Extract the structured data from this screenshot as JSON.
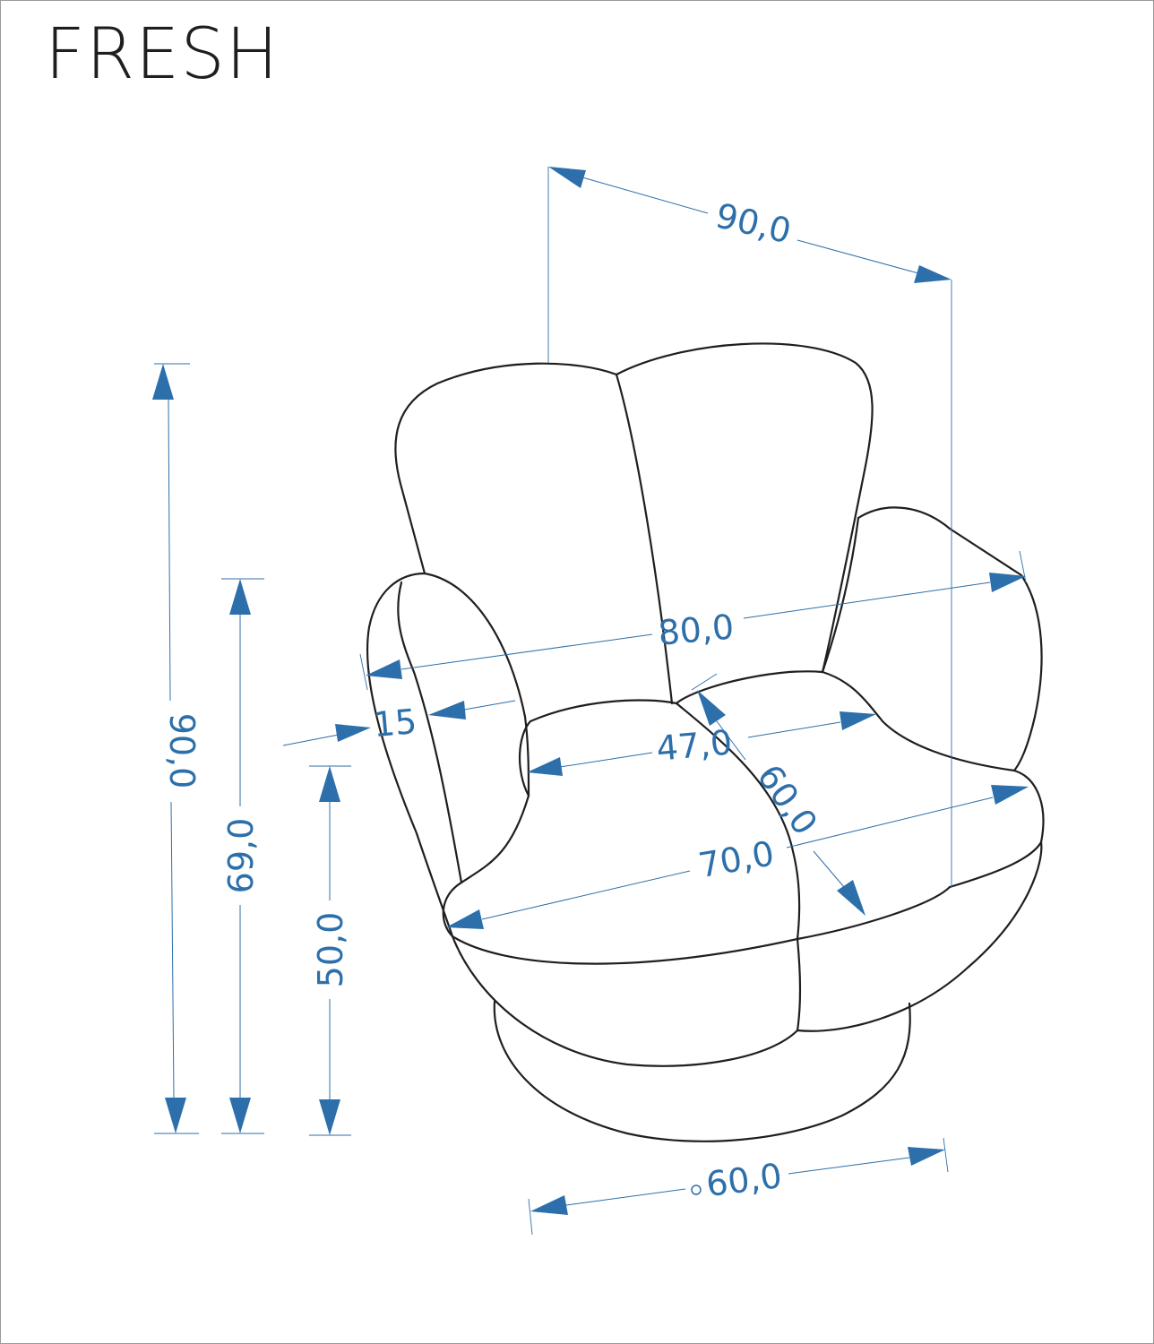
{
  "title": "FRESH",
  "colors": {
    "outline": "#1f1f1f",
    "dimension": "#2d6faa"
  },
  "dimensions": {
    "overall_depth": "90,0",
    "overall_height": "90,0",
    "armrest_height": "69,0",
    "seat_height": "50,0",
    "overall_width": "80,0",
    "armrest_width": "15",
    "seat_width_inner": "47,0",
    "seat_depth": "60,0",
    "seat_width": "70,0",
    "base_diameter": "60,0",
    "diameter_symbol": "ø"
  }
}
